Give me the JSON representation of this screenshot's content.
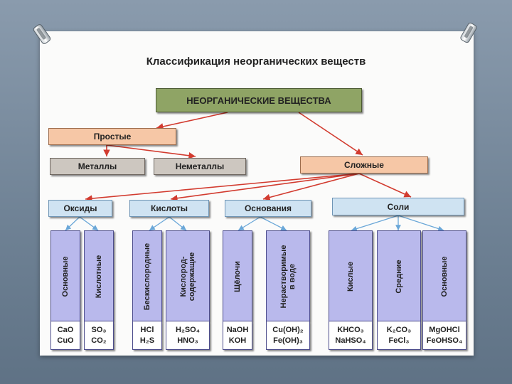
{
  "title": "Классификация неорганических веществ",
  "root": "НЕОРГАНИЧЕСКИЕ ВЕЩЕСТВА",
  "simple": {
    "label": "Простые",
    "children": [
      "Металлы",
      "Неметаллы"
    ]
  },
  "complex": {
    "label": "Сложные"
  },
  "groups": [
    "Оксиды",
    "Кислоты",
    "Основания",
    "Соли"
  ],
  "columns": [
    {
      "label": "Основные",
      "formulas": [
        "CaO",
        "CuO"
      ]
    },
    {
      "label": "Кислотные",
      "formulas": [
        "SO₃",
        "CO₂"
      ]
    },
    {
      "label": "Бескислородные",
      "formulas": [
        "HCl",
        "H₂S"
      ]
    },
    {
      "label": "Кислород-\nсодержащие",
      "formulas": [
        "H₂SO₄",
        "HNO₃"
      ]
    },
    {
      "label": "Щёлочи",
      "formulas": [
        "NaOH",
        "KOH"
      ]
    },
    {
      "label": "Нерастворимые\nв воде",
      "formulas": [
        "Cu(OH)₂",
        "Fe(OH)₃"
      ]
    },
    {
      "label": "Кислые",
      "formulas": [
        "KHCO₃",
        "NaHSO₄"
      ]
    },
    {
      "label": "Средние",
      "formulas": [
        "K₂CO₃",
        "FeCl₃"
      ]
    },
    {
      "label": "Основные",
      "formulas": [
        "MgOHCl",
        "FeOHSO₄"
      ]
    }
  ],
  "colors": {
    "root": "#8fa465",
    "simple": "#f6c7a6",
    "class": "#cfe3f2",
    "column": "#b9b9ec",
    "arrow_red": "#d23b2f",
    "arrow_blue": "#6aa7d8"
  }
}
